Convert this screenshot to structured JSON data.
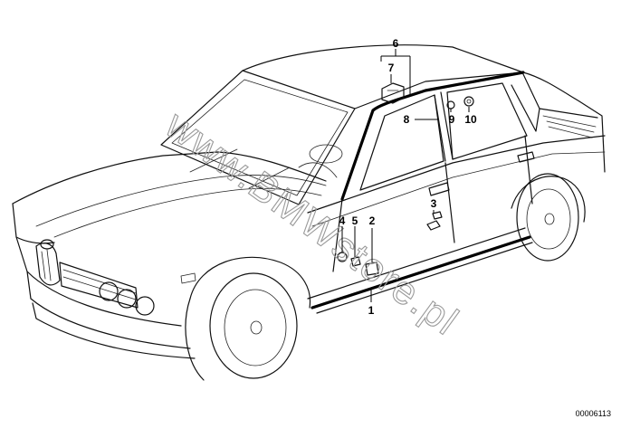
{
  "diagram": {
    "watermark_text": "www.BMWstore.pl",
    "document_number": "00006113",
    "callouts": [
      {
        "id": "1",
        "label": "1"
      },
      {
        "id": "2",
        "label": "2"
      },
      {
        "id": "3",
        "label": "3"
      },
      {
        "id": "4",
        "label": "4"
      },
      {
        "id": "5",
        "label": "5"
      },
      {
        "id": "6",
        "label": "6"
      },
      {
        "id": "7",
        "label": "7"
      },
      {
        "id": "8",
        "label": "8"
      },
      {
        "id": "9",
        "label": "9"
      },
      {
        "id": "10",
        "label": "10"
      }
    ]
  }
}
